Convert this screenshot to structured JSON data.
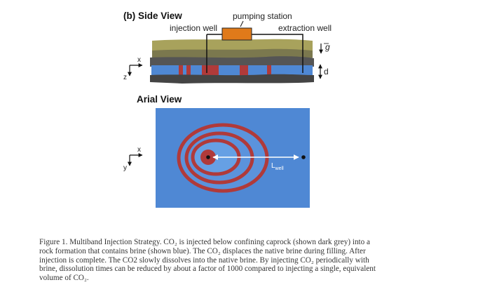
{
  "side_view": {
    "title": "(b) Side View",
    "pumping_station": "pumping station",
    "injection_well": "injection well",
    "extraction_well": "extraction well",
    "axis_x": "x",
    "axis_z": "z",
    "gravity": "g",
    "depth": "d"
  },
  "aerial_view": {
    "title": "Arial View",
    "axis_x": "x",
    "axis_y": "y",
    "length_symbol": "L",
    "length_subscript": "well"
  },
  "caption": {
    "lines": [
      "Figure 1. Multiband Injection Strategy.  CO₂ is injected below confining caprock (shown dark grey) into a",
      "rock formation that contains brine (shown blue).  The CO₂ displaces the native brine during filling.  After",
      "injection is complete. The CO2 slowly dissolves into the native brine.  By injecting CO₂ periodically with",
      "brine, dissolution times can be reduced by about a factor of 1000 compared to injecting a single, equivalent",
      "volume of CO₂."
    ]
  },
  "colors": {
    "surface": "#a8a25c",
    "caprock": "#555555",
    "formation": "#4f88d4",
    "co2_band": "#b03a3a",
    "pump": "#e07a1a",
    "aerial_background": "#4f88d4"
  }
}
